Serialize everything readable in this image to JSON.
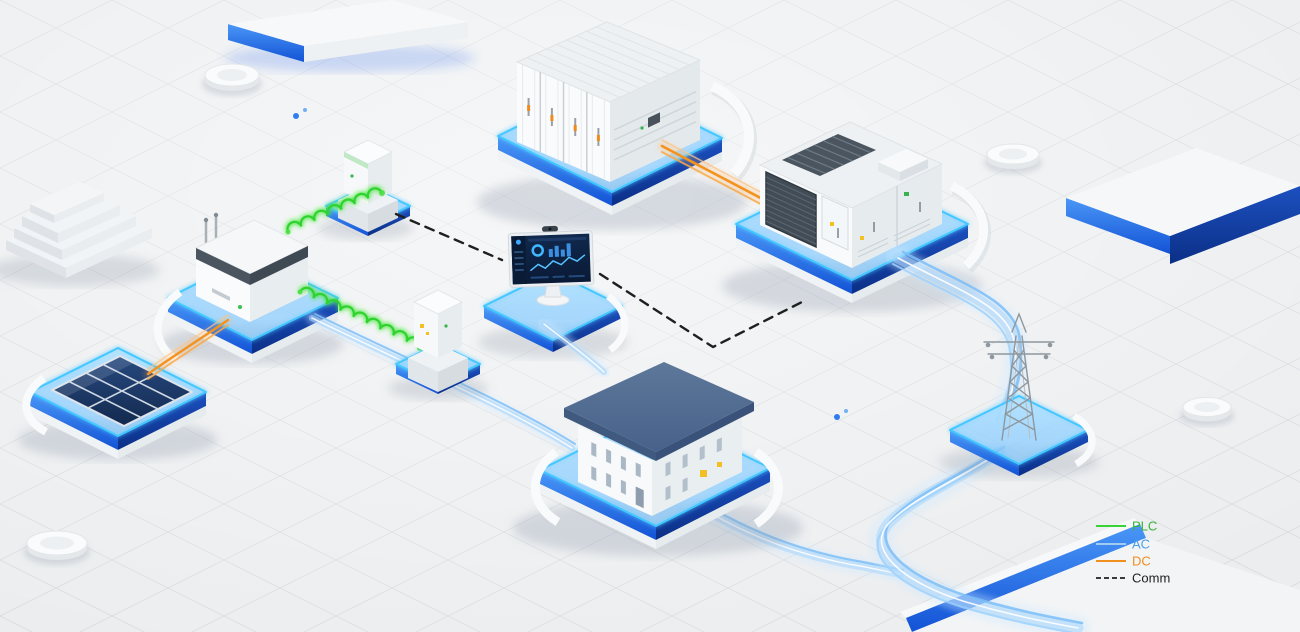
{
  "scene": {
    "background_color": "#eceef0",
    "platform_glow_color": "#43c7ff",
    "platform_side_color": "#1d6bf0"
  },
  "legend": {
    "items": [
      {
        "id": "plc",
        "label": "PLC",
        "line_color": "#37d337",
        "label_color": "#38b438",
        "line_style": "solid"
      },
      {
        "id": "ac",
        "label": "AC",
        "line_color": "#9fccef",
        "label_color": "#4aa0e8",
        "line_style": "solid"
      },
      {
        "id": "dc",
        "label": "DC",
        "line_color": "#ef8f1c",
        "label_color": "#ef8f1c",
        "line_style": "solid"
      },
      {
        "id": "comm",
        "label": "Comm",
        "line_color": "#1f1f1f",
        "label_color": "#1f1f1f",
        "line_style": "dashed"
      }
    ]
  },
  "nodes": [
    {
      "id": "solar-array",
      "kind": "pv-panel-array"
    },
    {
      "id": "string-inverter",
      "kind": "inverter"
    },
    {
      "id": "plc-module-upper",
      "kind": "communication-box"
    },
    {
      "id": "plc-module-lower",
      "kind": "communication-box"
    },
    {
      "id": "monitoring-terminal",
      "kind": "desktop-monitor"
    },
    {
      "id": "battery-container",
      "kind": "energy-storage-container"
    },
    {
      "id": "transformer-station",
      "kind": "power-conversion-station"
    },
    {
      "id": "building",
      "kind": "office-building"
    },
    {
      "id": "transmission-tower",
      "kind": "grid-pylon"
    }
  ],
  "connections": [
    {
      "from": "solar-array",
      "to": "string-inverter",
      "type": "DC"
    },
    {
      "from": "string-inverter",
      "to": "plc-module-upper",
      "type": "PLC"
    },
    {
      "from": "string-inverter",
      "to": "plc-module-lower",
      "type": "PLC"
    },
    {
      "from": "plc-module-upper",
      "to": "monitoring-terminal",
      "type": "Comm"
    },
    {
      "from": "monitoring-terminal",
      "to": "transformer-station",
      "type": "Comm"
    },
    {
      "from": "battery-container",
      "to": "transformer-station",
      "type": "DC"
    },
    {
      "from": "string-inverter",
      "to": "building",
      "type": "AC"
    },
    {
      "from": "transformer-station",
      "to": "transmission-tower",
      "type": "AC"
    },
    {
      "from": "transmission-tower",
      "to": "grid-platform",
      "type": "AC"
    },
    {
      "from": "building",
      "to": "grid-platform",
      "type": "AC"
    }
  ]
}
